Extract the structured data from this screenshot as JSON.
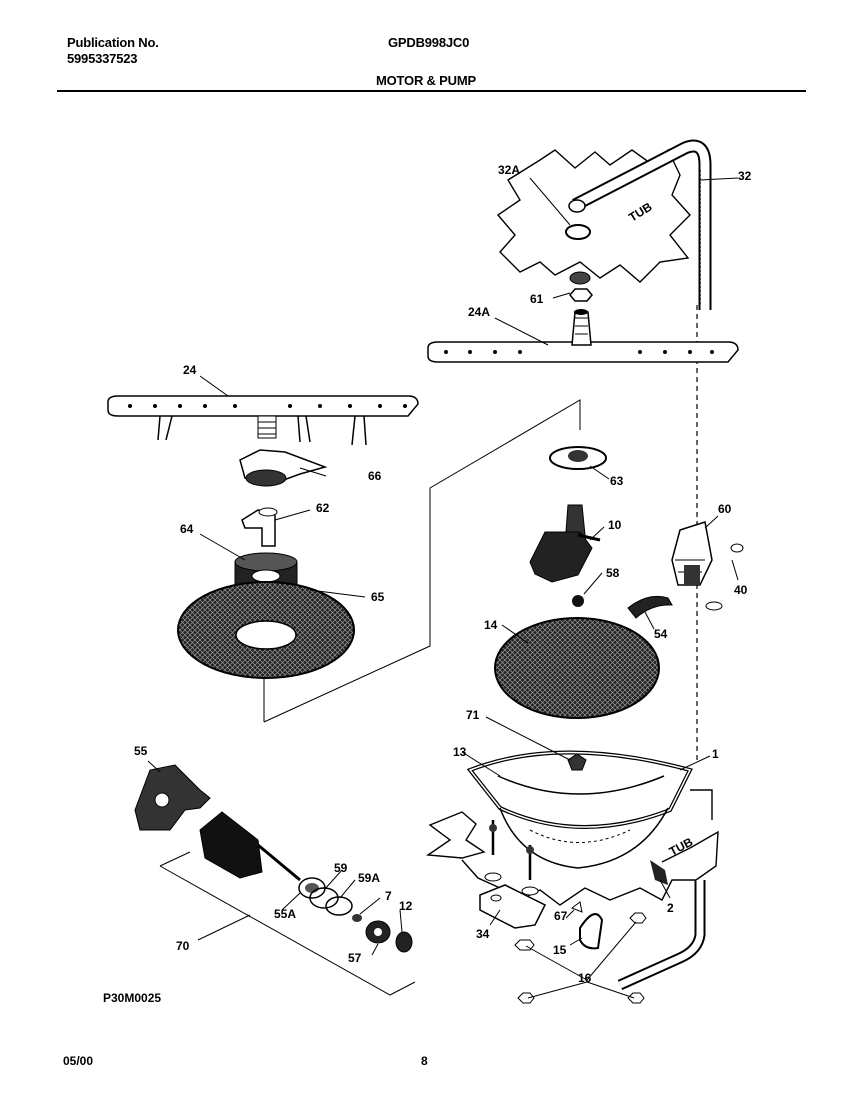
{
  "header": {
    "publication_label": "Publication No.",
    "publication_number": "5995337523",
    "model": "GPDB998JC0",
    "section_title": "MOTOR & PUMP"
  },
  "diagram": {
    "tub_label": "TUB",
    "callouts": [
      "32A",
      "32",
      "61",
      "24A",
      "24",
      "66",
      "62",
      "64",
      "65",
      "63",
      "10",
      "60",
      "58",
      "40",
      "54",
      "14",
      "71",
      "13",
      "1",
      "55",
      "59",
      "59A",
      "7",
      "12",
      "55A",
      "70",
      "57",
      "34",
      "15",
      "67",
      "2",
      "16"
    ],
    "drawing_code": "P30M0025"
  },
  "footer": {
    "date": "05/00",
    "page_number": "8"
  }
}
